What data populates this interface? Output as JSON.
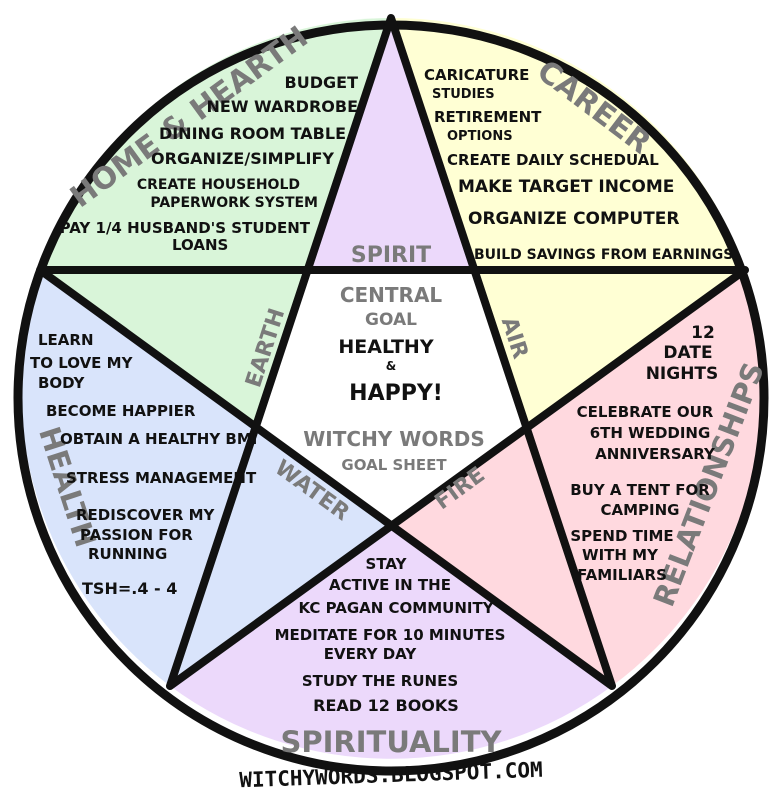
{
  "colors": {
    "home": "#d9f5d9",
    "career": "#ffffd4",
    "relationships": "#ffd9df",
    "spirituality": "#ecd9fb",
    "health": "#d9e4fb",
    "spirit": "#ecd9fb",
    "air": "#ffffd4",
    "fire": "#ffd9df",
    "water": "#d9e4fb",
    "earth": "#d9f5d9",
    "center": "#ffffff",
    "outline": "#111111",
    "label_gray": "#7a7a7a"
  },
  "sections": {
    "home": {
      "title": "Home & Hearth",
      "items": [
        "Budget",
        "New Wardrobe",
        "Dining Room Table",
        "Organize/Simplify",
        "Create Household",
        "Paperwork System",
        "Pay 1/4 Husband's Student",
        "Loans"
      ]
    },
    "career": {
      "title": "Career",
      "items": [
        "Caricature",
        "Studies",
        "Retirement",
        "Options",
        "Create Daily Schedual",
        "Make Target Income",
        "Organize Computer",
        "Build Savings from Earnings"
      ]
    },
    "relationships": {
      "title": "Relationships",
      "items": [
        "12",
        "Date",
        "Nights",
        "Celebrate our",
        "6th Wedding",
        "Anniversary",
        "Buy a Tent for",
        "Camping",
        "Spend Time",
        "with my",
        "Familiars"
      ]
    },
    "spirituality": {
      "title": "Spirituality",
      "items": [
        "Stay",
        "Active in the",
        "KC Pagan Community",
        "Meditate for 10 Minutes",
        "Every Day",
        "Study the Runes",
        "Read 12 Books"
      ]
    },
    "health": {
      "title": "Health",
      "items": [
        "Learn",
        "to Love my",
        "Body",
        "Become Happier",
        "Obtain a Healthy BMI",
        "Stress Management",
        "Rediscover my",
        "Passion for",
        "Running",
        "TSH=.4 - 4"
      ]
    }
  },
  "elements": {
    "spirit": "Spirit",
    "air": "Air",
    "fire": "Fire",
    "water": "Water",
    "earth": "Earth"
  },
  "center": {
    "line1": "Central",
    "line2": "Goal",
    "line3": "Healthy",
    "line4": "&",
    "line5": "Happy!",
    "brand1": "Witchy Words",
    "brand2": "Goal Sheet"
  },
  "footer": "witchywords.blogspot.com"
}
